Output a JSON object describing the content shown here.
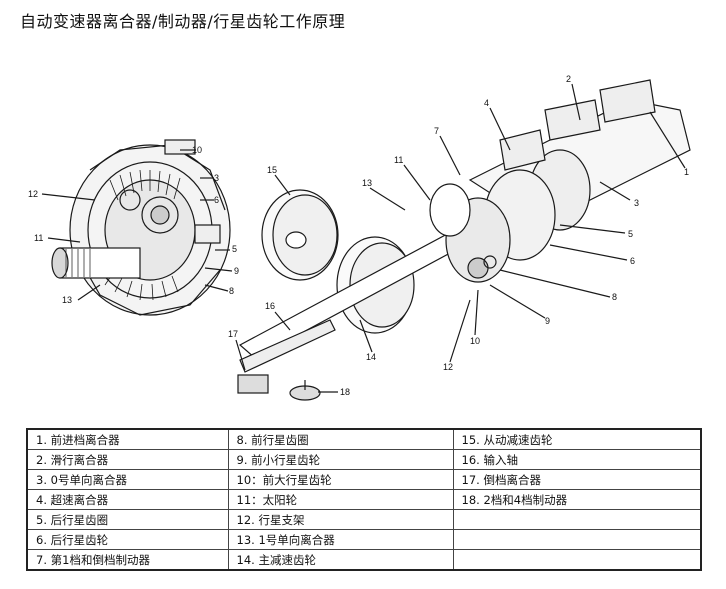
{
  "title": "自动变速器离合器/制动器/行星齿轮工作原理",
  "callouts_left": [
    "10",
    "3",
    "6",
    "12",
    "11",
    "5",
    "9",
    "8",
    "13"
  ],
  "callouts_right": [
    "1",
    "2",
    "4",
    "7",
    "11",
    "13",
    "15",
    "3",
    "5",
    "6",
    "8",
    "9",
    "10",
    "12",
    "16",
    "14",
    "17",
    "18"
  ],
  "legend": {
    "rows": [
      [
        "1. 前进档离合器",
        "8. 前行星齿圈",
        "15. 从动减速齿轮"
      ],
      [
        "2. 滑行离合器",
        "9. 前小行星齿轮",
        "16. 输入轴"
      ],
      [
        "3. 0号单向离合器",
        "10：前大行星齿轮",
        "17. 倒档离合器"
      ],
      [
        "4. 超速离合器",
        "11：太阳轮",
        "18.   2档和4档制动器"
      ],
      [
        "5. 后行星齿圈",
        "12. 行星支架",
        ""
      ],
      [
        "6. 后行星齿轮",
        "13. 1号单向离合器",
        ""
      ],
      [
        "7. 第1档和倒档制动器",
        "14. 主减速齿轮",
        ""
      ]
    ]
  }
}
